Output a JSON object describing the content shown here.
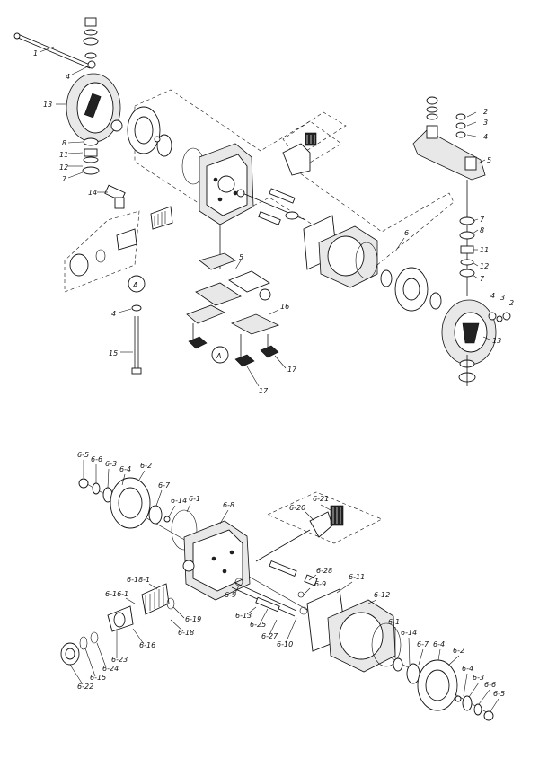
{
  "top_view": {
    "callout_a": "A",
    "labels": {
      "l1": "1",
      "l4a": "4",
      "l13a": "13",
      "l8a": "8",
      "l11a": "11",
      "l12a": "12",
      "l7a": "7",
      "l14": "14",
      "l5a": "5",
      "l16": "16",
      "l4b": "4",
      "l15": "15",
      "l17a": "17",
      "l17b": "17",
      "l6": "6",
      "l2a": "2",
      "l3a": "3",
      "l4c": "4",
      "l5b": "5",
      "l7b": "7",
      "l8b": "8",
      "l11b": "11",
      "l12b": "12",
      "l7c": "7",
      "l4d": "4",
      "l3b": "3",
      "l2b": "2",
      "l13b": "13"
    }
  },
  "bottom_view": {
    "labels": {
      "b65a": "6-5",
      "b66a": "6-6",
      "b63a": "6-3",
      "b64a": "6-4",
      "b62a": "6-2",
      "b67a": "6-7",
      "b614a": "6-14",
      "b61a": "6-1",
      "b68": "6-8",
      "b621": "6-21",
      "b620": "6-20",
      "b6181": "6-18-1",
      "b6161": "6-16-1",
      "b628": "6-28",
      "b69a": "6-9",
      "b611": "6-11",
      "b612": "6-12",
      "b619": "6-19",
      "b69b": "6-9",
      "b613": "6-13",
      "b618": "6-18",
      "b625": "6-25",
      "b627": "6-27",
      "b610": "6-10",
      "b616": "6-16",
      "b623": "6-23",
      "b624": "6-24",
      "b615": "6-15",
      "b622": "6-22",
      "b61b": "6-1",
      "b614b": "6-14",
      "b67b": "6-7",
      "b64b": "6-4",
      "b62b": "6-2",
      "b64c": "6-4",
      "b63b": "6-3",
      "b66b": "6-6",
      "b65b": "6-5"
    }
  }
}
